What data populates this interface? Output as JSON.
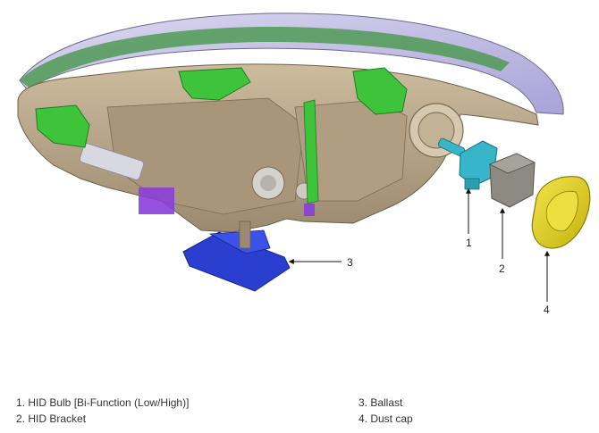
{
  "callouts": [
    {
      "number": "1"
    },
    {
      "number": "2"
    },
    {
      "number": "3"
    },
    {
      "number": "4"
    }
  ],
  "legend": [
    {
      "text": "1. HID Bulb [Bi-Function (Low/High)]"
    },
    {
      "text": "2. HID Bracket"
    },
    {
      "text": "3. Ballast"
    },
    {
      "text": "4. Dust cap"
    }
  ],
  "colors": {
    "housing": "#b8a58a",
    "housing_dark": "#8a7760",
    "lens_green": "#4f9a55",
    "lens_glass": "#c9c6e6",
    "bracket_green": "#3ec43a",
    "ballast_blue": "#2a3fd0",
    "mount_purple": "#8a3fd8",
    "bulb_cyan": "#36b6c8",
    "bracket_gray": "#8d8a82",
    "dustcap_yellow": "#e3d21b"
  }
}
